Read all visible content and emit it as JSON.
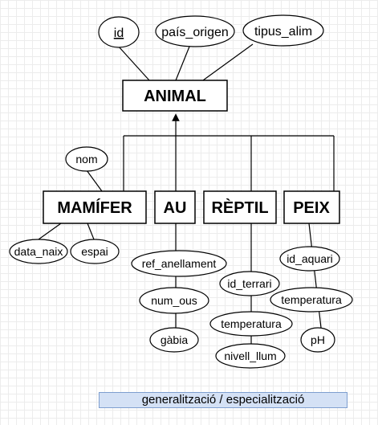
{
  "entities": {
    "animal": "ANIMAL",
    "mamifer": "MAMÍFER",
    "au": "AU",
    "reptil": "RÈPTIL",
    "peix": "PEIX"
  },
  "attributes": {
    "id": "id",
    "pais_origen": "país_origen",
    "tipus_alim": "tipus_alim",
    "nom": "nom",
    "data_naix": "data_naix",
    "espai": "espai",
    "ref_anellament": "ref_anellament",
    "num_ous": "num_ous",
    "gabia": "gàbia",
    "id_terrari": "id_terrari",
    "temperatura_reptil": "temperatura",
    "nivell_llum": "nivell_llum",
    "id_aquari": "id_aquari",
    "temperatura_peix": "temperatura",
    "ph": "pH"
  },
  "caption": "generalització / especialització"
}
